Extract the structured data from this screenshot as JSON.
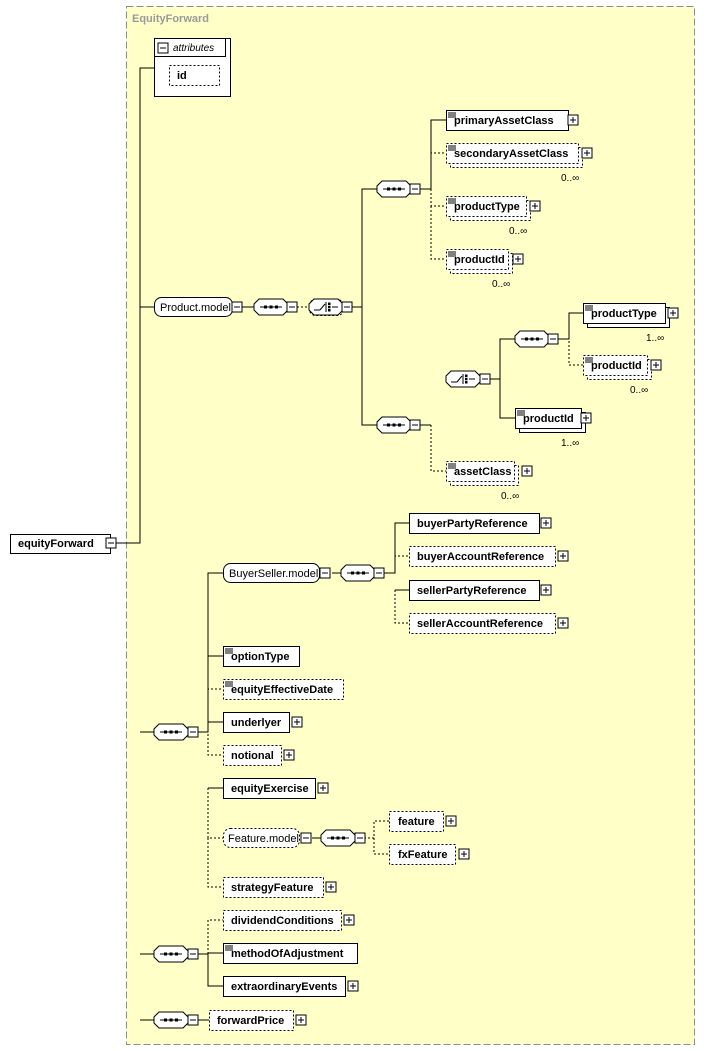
{
  "diagram": {
    "group_title": "EquityForward",
    "root": "equityForward",
    "attributes_label": "attributes",
    "attribute_id": "id",
    "product_model": "Product.model",
    "primary_asset_class": "primaryAssetClass",
    "secondary_asset_class": "secondaryAssetClass",
    "product_type": "productType",
    "product_id": "productId",
    "asset_class": "assetClass",
    "buyer_seller_model": "BuyerSeller.model",
    "buyer_party_reference": "buyerPartyReference",
    "buyer_account_reference": "buyerAccountReference",
    "seller_party_reference": "sellerPartyReference",
    "seller_account_reference": "sellerAccountReference",
    "option_type": "optionType",
    "equity_effective_date": "equityEffectiveDate",
    "underlyer": "underlyer",
    "notional": "notional",
    "equity_exercise": "equityExercise",
    "feature_model": "Feature.model",
    "feature": "feature",
    "fx_feature": "fxFeature",
    "strategy_feature": "strategyFeature",
    "dividend_conditions": "dividendConditions",
    "method_of_adjustment": "methodOfAdjustment",
    "extraordinary_events": "extraordinaryEvents",
    "forward_price": "forwardPrice",
    "card_0_inf": "0..∞",
    "card_1_inf": "1..∞"
  }
}
